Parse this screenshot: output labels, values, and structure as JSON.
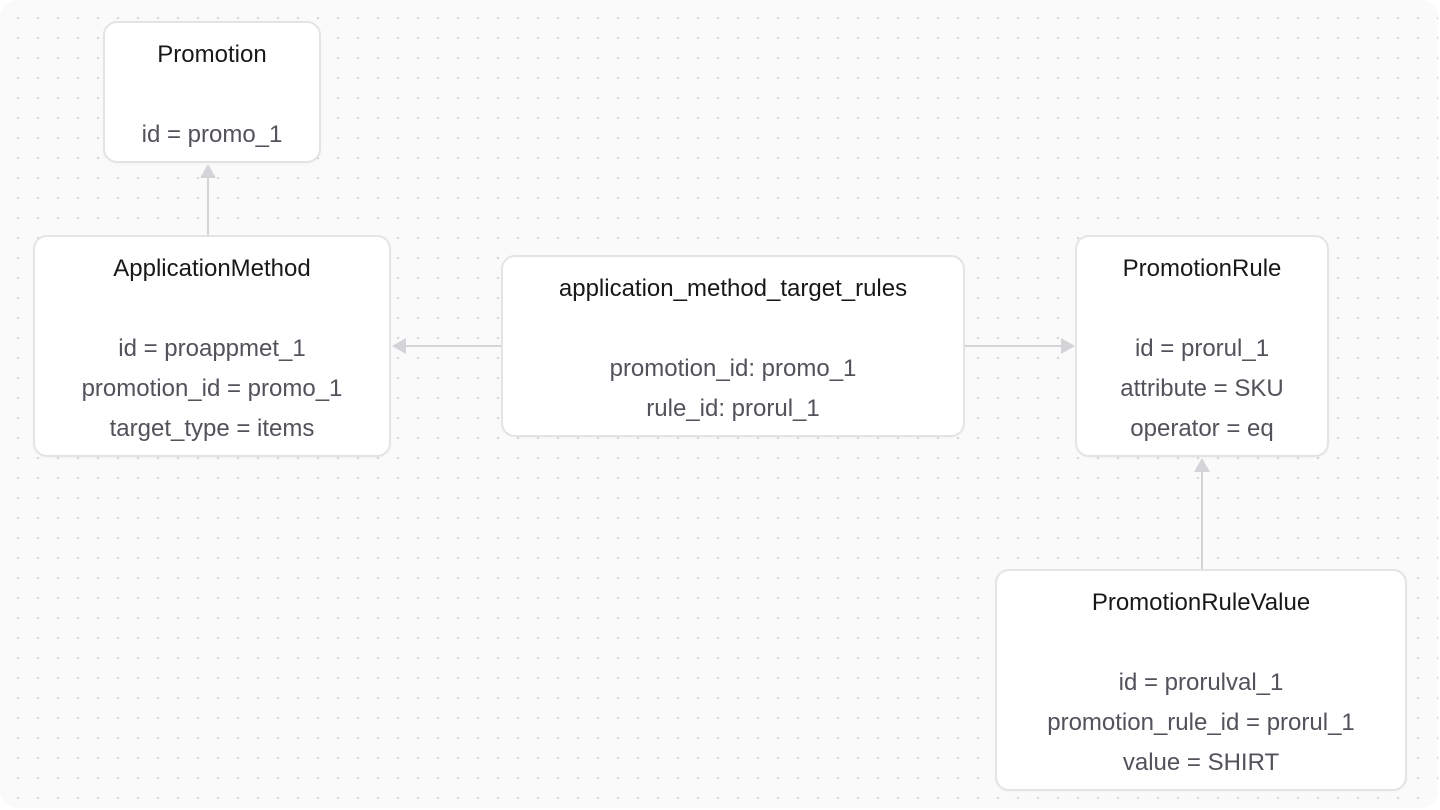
{
  "diagram": {
    "colors": {
      "background": "#fafafa",
      "grid_dot": "#d4d4d8",
      "node_border": "#e4e4e7",
      "connector": "#d4d4d8",
      "title_text": "#18181b",
      "body_text": "#52525b"
    },
    "nodes": {
      "promotion": {
        "title": "Promotion",
        "fields": [
          "id = promo_1"
        ]
      },
      "application_method": {
        "title": "ApplicationMethod",
        "fields": [
          "id = proappmet_1",
          "promotion_id = promo_1",
          "target_type = items"
        ]
      },
      "target_rules": {
        "title": "application_method_target_rules",
        "fields": [
          "promotion_id: promo_1",
          "rule_id: prorul_1"
        ]
      },
      "promotion_rule": {
        "title": "PromotionRule",
        "fields": [
          "id = prorul_1",
          "attribute = SKU",
          "operator = eq"
        ]
      },
      "promotion_rule_value": {
        "title": "PromotionRuleValue",
        "fields": [
          "id = prorulval_1",
          "promotion_rule_id = prorul_1",
          "value = SHIRT"
        ]
      }
    },
    "edges": [
      {
        "from": "application_method",
        "to": "promotion"
      },
      {
        "from": "target_rules",
        "to": "application_method"
      },
      {
        "from": "target_rules",
        "to": "promotion_rule"
      },
      {
        "from": "promotion_rule_value",
        "to": "promotion_rule"
      }
    ]
  }
}
